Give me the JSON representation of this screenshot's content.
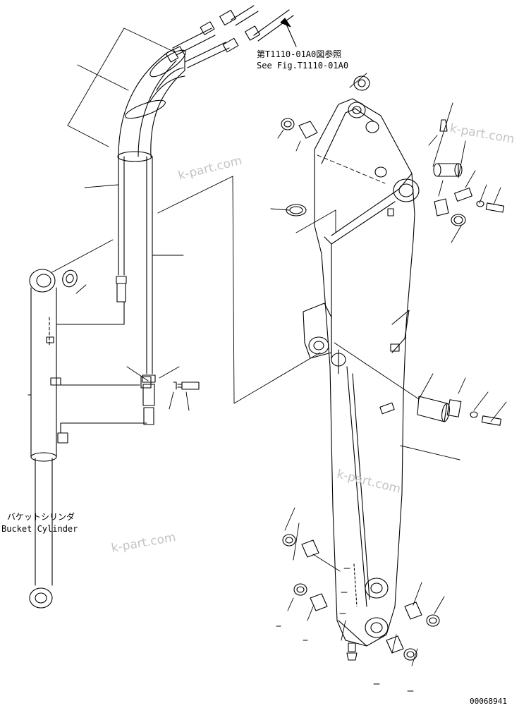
{
  "callouts": {
    "ref_jp": "第T1110-01A0図参照",
    "ref_en": "See Fig.T1110-01A0",
    "cylinder_jp": "バケットシリンダ",
    "cylinder_en": "Bucket Cylinder",
    "drawing_number": "00068941"
  },
  "watermarks": [
    "k-part.com",
    "k-part.com",
    "k-part.com",
    "k-part.com"
  ]
}
